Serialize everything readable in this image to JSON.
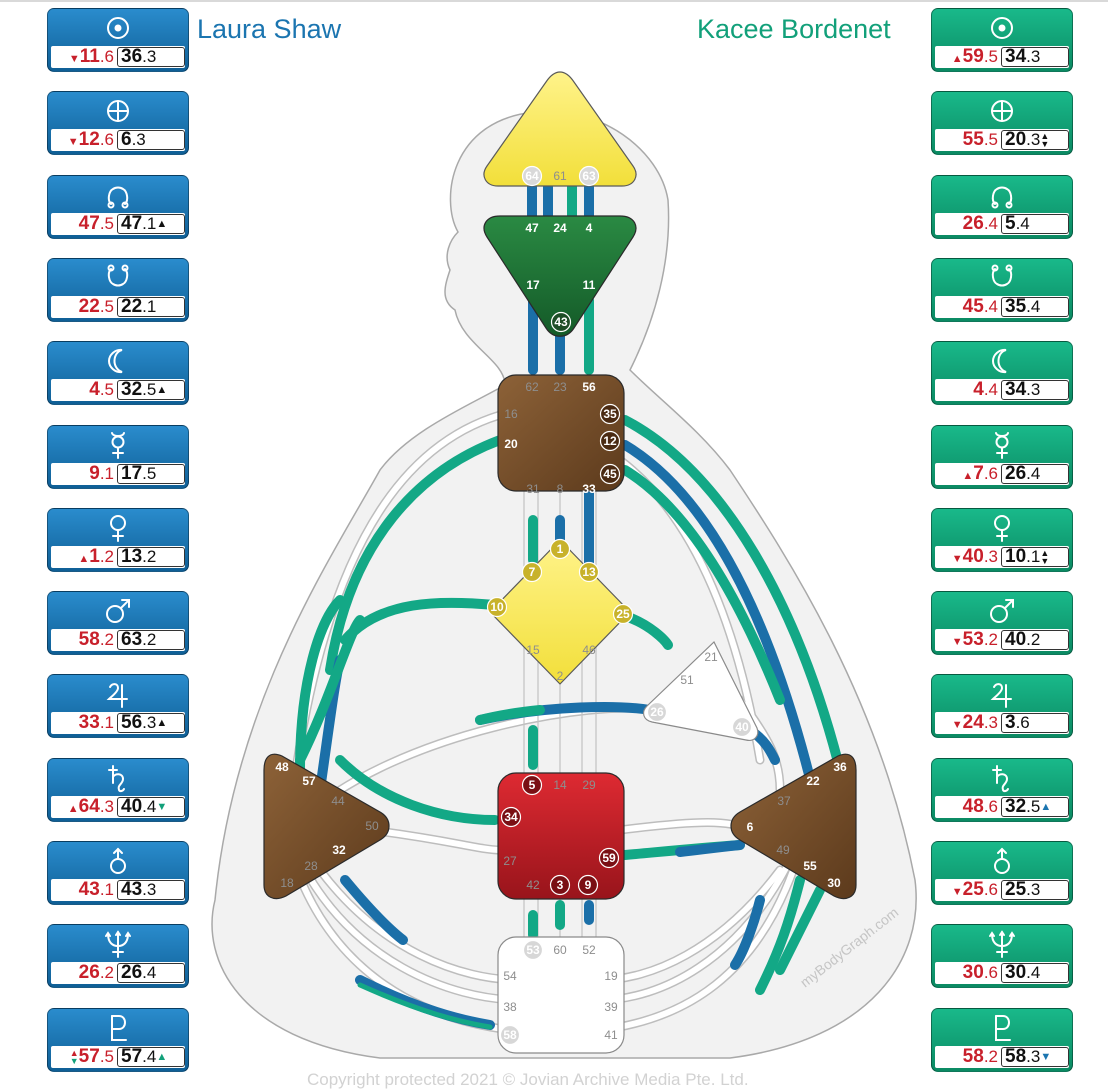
{
  "header": {
    "left_name": "Laura Shaw",
    "right_name": "Kacee Bordenet"
  },
  "colors": {
    "design_red": "#c8202b",
    "left_blue": "#1b75b0",
    "right_green": "#12a07a",
    "channel_blue": "#1b6fa8",
    "channel_green": "#13a886"
  },
  "left_planets": [
    {
      "icon": "sun-icon",
      "design_int": "11",
      "design_frac": ".6",
      "design_marker": "down-red",
      "pers_int": "36",
      "pers_frac": ".3",
      "pers_marker": ""
    },
    {
      "icon": "earth-icon",
      "design_int": "12",
      "design_frac": ".6",
      "design_marker": "down-red",
      "pers_int": "6",
      "pers_frac": ".3",
      "pers_marker": ""
    },
    {
      "icon": "north-node-icon",
      "design_int": "47",
      "design_frac": ".5",
      "design_marker": "",
      "pers_int": "47",
      "pers_frac": ".1",
      "pers_marker": "up-black"
    },
    {
      "icon": "south-node-icon",
      "design_int": "22",
      "design_frac": ".5",
      "design_marker": "",
      "pers_int": "22",
      "pers_frac": ".1",
      "pers_marker": ""
    },
    {
      "icon": "moon-icon",
      "design_int": "4",
      "design_frac": ".5",
      "design_marker": "",
      "pers_int": "32",
      "pers_frac": ".5",
      "pers_marker": "up-black"
    },
    {
      "icon": "mercury-icon",
      "design_int": "9",
      "design_frac": ".1",
      "design_marker": "",
      "pers_int": "17",
      "pers_frac": ".5",
      "pers_marker": ""
    },
    {
      "icon": "venus-icon",
      "design_int": "1",
      "design_frac": ".2",
      "design_marker": "up-red",
      "pers_int": "13",
      "pers_frac": ".2",
      "pers_marker": ""
    },
    {
      "icon": "mars-icon",
      "design_int": "58",
      "design_frac": ".2",
      "design_marker": "",
      "pers_int": "63",
      "pers_frac": ".2",
      "pers_marker": ""
    },
    {
      "icon": "jupiter-icon",
      "design_int": "33",
      "design_frac": ".1",
      "design_marker": "",
      "pers_int": "56",
      "pers_frac": ".3",
      "pers_marker": "up-black"
    },
    {
      "icon": "saturn-icon",
      "design_int": "64",
      "design_frac": ".3",
      "design_marker": "up-red",
      "pers_int": "40",
      "pers_frac": ".4",
      "pers_marker": "down-green"
    },
    {
      "icon": "uranus-icon",
      "design_int": "43",
      "design_frac": ".1",
      "design_marker": "",
      "pers_int": "43",
      "pers_frac": ".3",
      "pers_marker": ""
    },
    {
      "icon": "neptune-icon",
      "design_int": "26",
      "design_frac": ".2",
      "design_marker": "",
      "pers_int": "26",
      "pers_frac": ".4",
      "pers_marker": ""
    },
    {
      "icon": "pluto-icon",
      "design_int": "57",
      "design_frac": ".5",
      "design_marker": "updown-red-green",
      "pers_int": "57",
      "pers_frac": ".4",
      "pers_marker": "up-green"
    }
  ],
  "right_planets": [
    {
      "icon": "sun-icon",
      "design_int": "59",
      "design_frac": ".5",
      "design_marker": "up-red",
      "pers_int": "34",
      "pers_frac": ".3",
      "pers_marker": ""
    },
    {
      "icon": "earth-icon",
      "design_int": "55",
      "design_frac": ".5",
      "design_marker": "",
      "pers_int": "20",
      "pers_frac": ".3",
      "pers_marker": "updown-black"
    },
    {
      "icon": "north-node-icon",
      "design_int": "26",
      "design_frac": ".4",
      "design_marker": "",
      "pers_int": "5",
      "pers_frac": ".4",
      "pers_marker": ""
    },
    {
      "icon": "south-node-icon",
      "design_int": "45",
      "design_frac": ".4",
      "design_marker": "",
      "pers_int": "35",
      "pers_frac": ".4",
      "pers_marker": ""
    },
    {
      "icon": "moon-icon",
      "design_int": "4",
      "design_frac": ".4",
      "design_marker": "",
      "pers_int": "34",
      "pers_frac": ".3",
      "pers_marker": ""
    },
    {
      "icon": "mercury-icon",
      "design_int": "7",
      "design_frac": ".6",
      "design_marker": "up-red",
      "pers_int": "26",
      "pers_frac": ".4",
      "pers_marker": ""
    },
    {
      "icon": "venus-icon",
      "design_int": "40",
      "design_frac": ".3",
      "design_marker": "down-red",
      "pers_int": "10",
      "pers_frac": ".1",
      "pers_marker": "updown-black"
    },
    {
      "icon": "mars-icon",
      "design_int": "53",
      "design_frac": ".2",
      "design_marker": "down-red",
      "pers_int": "40",
      "pers_frac": ".2",
      "pers_marker": ""
    },
    {
      "icon": "jupiter-icon",
      "design_int": "24",
      "design_frac": ".3",
      "design_marker": "down-red",
      "pers_int": "3",
      "pers_frac": ".6",
      "pers_marker": ""
    },
    {
      "icon": "saturn-icon",
      "design_int": "48",
      "design_frac": ".6",
      "design_marker": "",
      "pers_int": "32",
      "pers_frac": ".5",
      "pers_marker": "up-blue"
    },
    {
      "icon": "uranus-icon",
      "design_int": "25",
      "design_frac": ".6",
      "design_marker": "down-red",
      "pers_int": "25",
      "pers_frac": ".3",
      "pers_marker": ""
    },
    {
      "icon": "neptune-icon",
      "design_int": "30",
      "design_frac": ".6",
      "design_marker": "",
      "pers_int": "30",
      "pers_frac": ".4",
      "pers_marker": ""
    },
    {
      "icon": "pluto-icon",
      "design_int": "58",
      "design_frac": ".2",
      "design_marker": "",
      "pers_int": "58",
      "pers_frac": ".3",
      "pers_marker": "down-blue"
    }
  ],
  "watermark": "myBodyGraph.com",
  "copyright": "Copyright protected 2021 © Jovian Archive Media Pte. Ltd."
}
